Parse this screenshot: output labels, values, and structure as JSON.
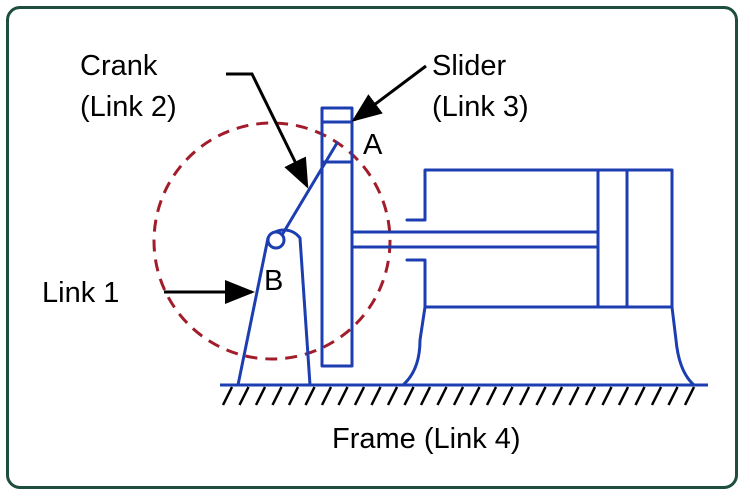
{
  "labels": {
    "crank_line1": "Crank",
    "crank_line2": "(Link 2)",
    "slider_line1": "Slider",
    "slider_line2": "(Link 3)",
    "point_a": "A",
    "point_b": "B",
    "link1": "Link 1",
    "frame": "Frame (Link 4)"
  },
  "colors": {
    "mechanism": "#1c3eb0",
    "crank_circle": "#a11d2a",
    "border": "#1d4e3f",
    "text": "#000000"
  }
}
